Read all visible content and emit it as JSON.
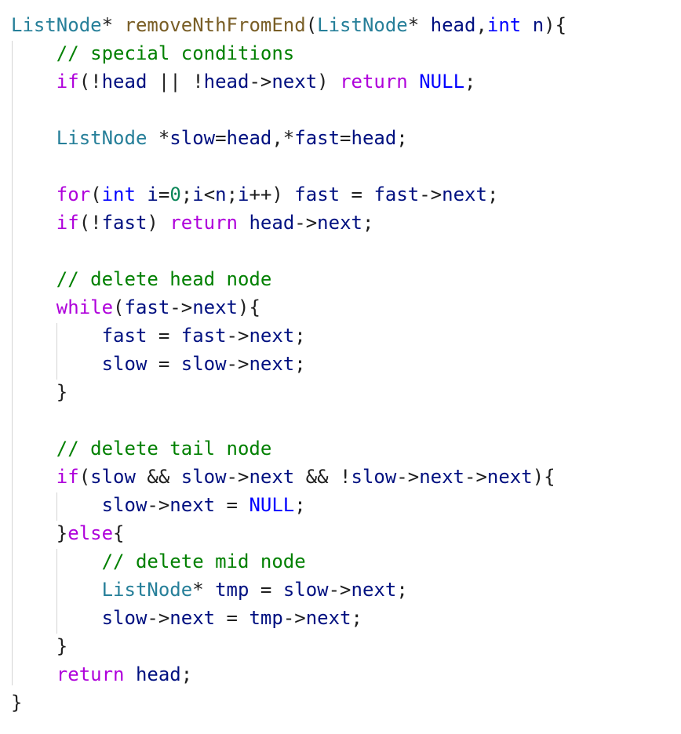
{
  "colors": {
    "background": "#ffffff",
    "type": "#267f99",
    "function": "#795e26",
    "keyword": "#af00db",
    "primitive": "#0000ff",
    "identifier": "#001080",
    "number": "#098658",
    "comment": "#008000",
    "constant": "#0000ff",
    "plain": "#1f1f1f",
    "indent_guide": "#d4d4d4"
  },
  "code": {
    "lines": [
      [
        [
          "type",
          "ListNode"
        ],
        [
          "plain",
          "* "
        ],
        [
          "func",
          "removeNthFromEnd"
        ],
        [
          "plain",
          "("
        ],
        [
          "type",
          "ListNode"
        ],
        [
          "plain",
          "* "
        ],
        [
          "id",
          "head"
        ],
        [
          "plain",
          ","
        ],
        [
          "prim",
          "int"
        ],
        [
          "plain",
          " "
        ],
        [
          "id",
          "n"
        ],
        [
          "plain",
          "){"
        ]
      ],
      [
        [
          "plain",
          "    "
        ],
        [
          "cmt",
          "// special conditions"
        ]
      ],
      [
        [
          "plain",
          "    "
        ],
        [
          "kw",
          "if"
        ],
        [
          "plain",
          "(!"
        ],
        [
          "id",
          "head"
        ],
        [
          "plain",
          " || !"
        ],
        [
          "id",
          "head"
        ],
        [
          "plain",
          "->"
        ],
        [
          "id",
          "next"
        ],
        [
          "plain",
          ") "
        ],
        [
          "kw",
          "return"
        ],
        [
          "plain",
          " "
        ],
        [
          "const",
          "NULL"
        ],
        [
          "plain",
          ";"
        ]
      ],
      [],
      [
        [
          "plain",
          "    "
        ],
        [
          "type",
          "ListNode"
        ],
        [
          "plain",
          " *"
        ],
        [
          "id",
          "slow"
        ],
        [
          "plain",
          "="
        ],
        [
          "id",
          "head"
        ],
        [
          "plain",
          ",*"
        ],
        [
          "id",
          "fast"
        ],
        [
          "plain",
          "="
        ],
        [
          "id",
          "head"
        ],
        [
          "plain",
          ";"
        ]
      ],
      [],
      [
        [
          "plain",
          "    "
        ],
        [
          "kw",
          "for"
        ],
        [
          "plain",
          "("
        ],
        [
          "prim",
          "int"
        ],
        [
          "plain",
          " "
        ],
        [
          "id",
          "i"
        ],
        [
          "plain",
          "="
        ],
        [
          "num",
          "0"
        ],
        [
          "plain",
          ";"
        ],
        [
          "id",
          "i"
        ],
        [
          "plain",
          "<"
        ],
        [
          "id",
          "n"
        ],
        [
          "plain",
          ";"
        ],
        [
          "id",
          "i"
        ],
        [
          "plain",
          "++) "
        ],
        [
          "id",
          "fast"
        ],
        [
          "plain",
          " = "
        ],
        [
          "id",
          "fast"
        ],
        [
          "plain",
          "->"
        ],
        [
          "id",
          "next"
        ],
        [
          "plain",
          ";"
        ]
      ],
      [
        [
          "plain",
          "    "
        ],
        [
          "kw",
          "if"
        ],
        [
          "plain",
          "(!"
        ],
        [
          "id",
          "fast"
        ],
        [
          "plain",
          ") "
        ],
        [
          "kw",
          "return"
        ],
        [
          "plain",
          " "
        ],
        [
          "id",
          "head"
        ],
        [
          "plain",
          "->"
        ],
        [
          "id",
          "next"
        ],
        [
          "plain",
          ";"
        ]
      ],
      [],
      [
        [
          "plain",
          "    "
        ],
        [
          "cmt",
          "// delete head node"
        ]
      ],
      [
        [
          "plain",
          "    "
        ],
        [
          "kw",
          "while"
        ],
        [
          "plain",
          "("
        ],
        [
          "id",
          "fast"
        ],
        [
          "plain",
          "->"
        ],
        [
          "id",
          "next"
        ],
        [
          "plain",
          "){"
        ]
      ],
      [
        [
          "plain",
          "        "
        ],
        [
          "id",
          "fast"
        ],
        [
          "plain",
          " = "
        ],
        [
          "id",
          "fast"
        ],
        [
          "plain",
          "->"
        ],
        [
          "id",
          "next"
        ],
        [
          "plain",
          ";"
        ]
      ],
      [
        [
          "plain",
          "        "
        ],
        [
          "id",
          "slow"
        ],
        [
          "plain",
          " = "
        ],
        [
          "id",
          "slow"
        ],
        [
          "plain",
          "->"
        ],
        [
          "id",
          "next"
        ],
        [
          "plain",
          ";"
        ]
      ],
      [
        [
          "plain",
          "    }"
        ]
      ],
      [],
      [
        [
          "plain",
          "    "
        ],
        [
          "cmt",
          "// delete tail node"
        ]
      ],
      [
        [
          "plain",
          "    "
        ],
        [
          "kw",
          "if"
        ],
        [
          "plain",
          "("
        ],
        [
          "id",
          "slow"
        ],
        [
          "plain",
          " && "
        ],
        [
          "id",
          "slow"
        ],
        [
          "plain",
          "->"
        ],
        [
          "id",
          "next"
        ],
        [
          "plain",
          " && !"
        ],
        [
          "id",
          "slow"
        ],
        [
          "plain",
          "->"
        ],
        [
          "id",
          "next"
        ],
        [
          "plain",
          "->"
        ],
        [
          "id",
          "next"
        ],
        [
          "plain",
          "){"
        ]
      ],
      [
        [
          "plain",
          "        "
        ],
        [
          "id",
          "slow"
        ],
        [
          "plain",
          "->"
        ],
        [
          "id",
          "next"
        ],
        [
          "plain",
          " = "
        ],
        [
          "const",
          "NULL"
        ],
        [
          "plain",
          ";"
        ]
      ],
      [
        [
          "plain",
          "    }"
        ],
        [
          "kw",
          "else"
        ],
        [
          "plain",
          "{"
        ]
      ],
      [
        [
          "plain",
          "        "
        ],
        [
          "cmt",
          "// delete mid node"
        ]
      ],
      [
        [
          "plain",
          "        "
        ],
        [
          "type",
          "ListNode"
        ],
        [
          "plain",
          "* "
        ],
        [
          "id",
          "tmp"
        ],
        [
          "plain",
          " = "
        ],
        [
          "id",
          "slow"
        ],
        [
          "plain",
          "->"
        ],
        [
          "id",
          "next"
        ],
        [
          "plain",
          ";"
        ]
      ],
      [
        [
          "plain",
          "        "
        ],
        [
          "id",
          "slow"
        ],
        [
          "plain",
          "->"
        ],
        [
          "id",
          "next"
        ],
        [
          "plain",
          " = "
        ],
        [
          "id",
          "tmp"
        ],
        [
          "plain",
          "->"
        ],
        [
          "id",
          "next"
        ],
        [
          "plain",
          ";"
        ]
      ],
      [
        [
          "plain",
          "    }"
        ]
      ],
      [
        [
          "plain",
          "    "
        ],
        [
          "kw",
          "return"
        ],
        [
          "plain",
          " "
        ],
        [
          "id",
          "head"
        ],
        [
          "plain",
          ";"
        ]
      ],
      [
        [
          "plain",
          "}"
        ]
      ]
    ]
  }
}
